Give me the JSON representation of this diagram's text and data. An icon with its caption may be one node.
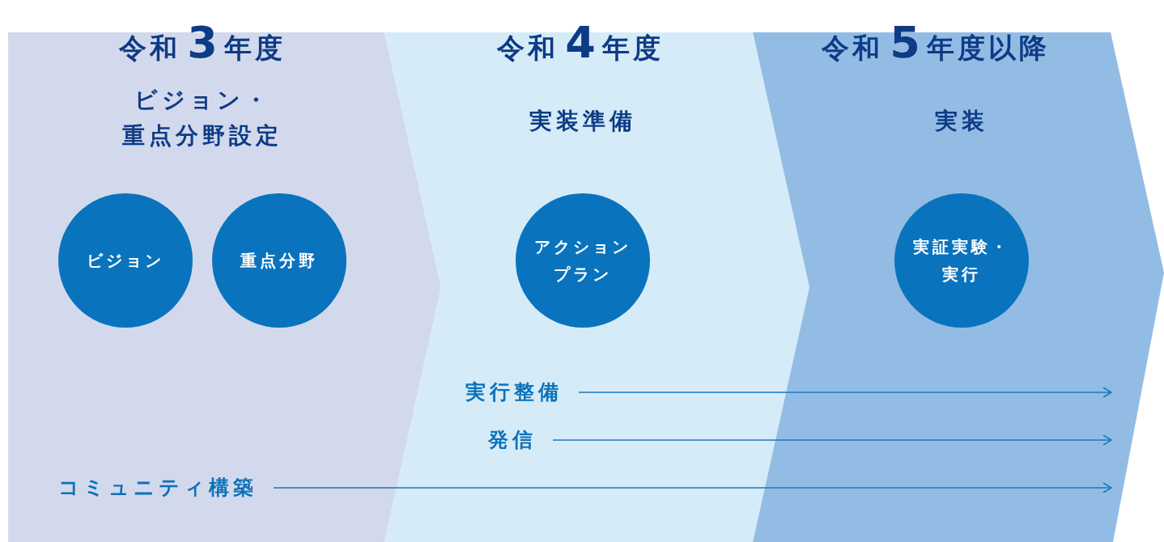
{
  "diagram": {
    "nodes": [
      {
        "text": [
          "令和3年度",
          "ビジョン・重点分野設定"
        ]
      },
      {
        "text": [
          "令和4年度",
          "実装準備"
        ]
      },
      {
        "text": [
          "令和5年度以降",
          "実装"
        ]
      },
      {
        "text": [
          "ビジョン"
        ],
        "in": 0
      },
      {
        "text": [
          "重点分野"
        ],
        "in": 0
      },
      {
        "text": [
          "アクションプラン"
        ],
        "in": 1
      },
      {
        "text": [
          "実証実験・実行"
        ],
        "in": 2
      },
      {
        "text": [
          "実行整備"
        ],
        "in": 1
      },
      {
        "text": [
          "発信"
        ],
        "in": 1
      },
      {
        "text": [
          "コミュニティ構築"
        ],
        "in": 0
      }
    ],
    "edges": [
      {
        "from": 7,
        "to": 2,
        "arrow": "to"
      },
      {
        "from": 8,
        "to": 2,
        "arrow": "to"
      },
      {
        "from": 9,
        "to": 2,
        "arrow": "to"
      }
    ]
  }
}
